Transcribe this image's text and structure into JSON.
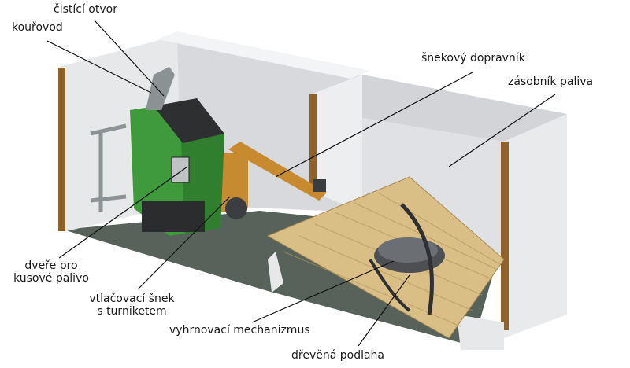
{
  "labels": {
    "cleaning_opening": "čistící otvor",
    "flue": "kouřovod",
    "screw_conveyor": "šnekový dopravník",
    "fuel_storage": "zásobník paliva",
    "door_line1": "dveře pro",
    "door_line2": "kusové palivo",
    "feed_screw_line1": "vtlačovací šnek",
    "feed_screw_line2": "s turniketem",
    "sweep_mechanism": "vyhrnovací mechanizmus",
    "wooden_floor": "dřevěná podlaha"
  },
  "colors": {
    "boiler": "#3f9a3c",
    "wall": "#e4e6e8",
    "brick": "#9a6a2a",
    "floor_wood": "#d8bd84",
    "tiles": "#4f5a52",
    "conveyor": "#c88a2e"
  }
}
